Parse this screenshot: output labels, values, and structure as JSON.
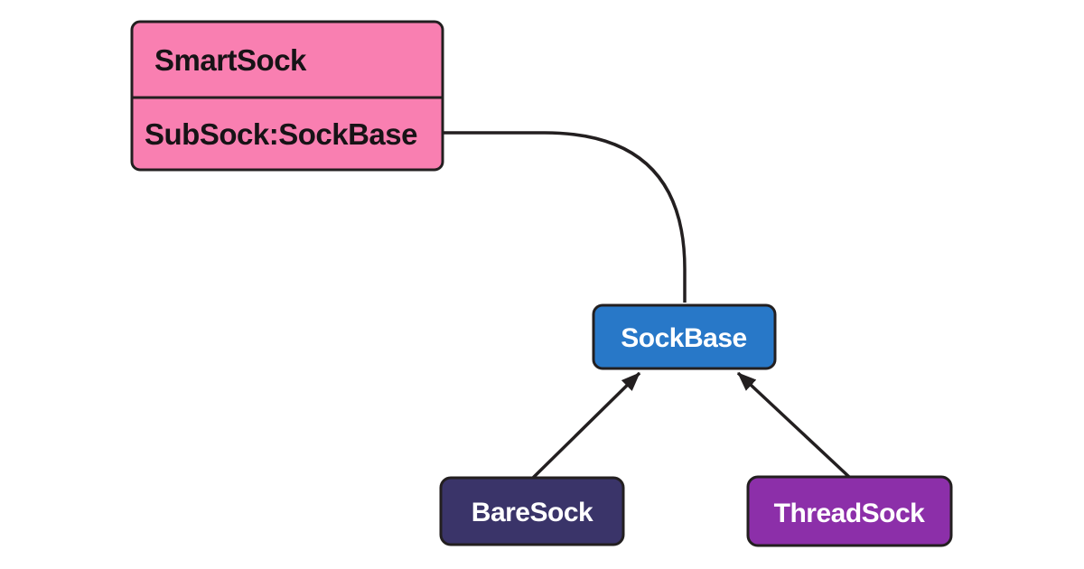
{
  "diagram": {
    "background_color": "#ffffff",
    "stroke_color": "#231f20",
    "nodes": {
      "smartsock": {
        "title": "SmartSock",
        "member": "SubSock:SockBase",
        "fill": "#f97fb1",
        "text_color": "#171316"
      },
      "sockbase": {
        "label": "SockBase",
        "fill": "#2878c8",
        "text_color": "#ffffff"
      },
      "baresock": {
        "label": "BareSock",
        "fill": "#3a3469",
        "text_color": "#ffffff"
      },
      "threadsock": {
        "label": "ThreadSock",
        "fill": "#8c2fa9",
        "text_color": "#ffffff"
      }
    },
    "edges": [
      {
        "from": "SmartSock.SubSock",
        "to": "SockBase",
        "style": "curved",
        "arrowhead": "none"
      },
      {
        "from": "BareSock",
        "to": "SockBase",
        "style": "straight",
        "arrowhead": "filled-triangle"
      },
      {
        "from": "ThreadSock",
        "to": "SockBase",
        "style": "straight",
        "arrowhead": "filled-triangle"
      }
    ]
  }
}
